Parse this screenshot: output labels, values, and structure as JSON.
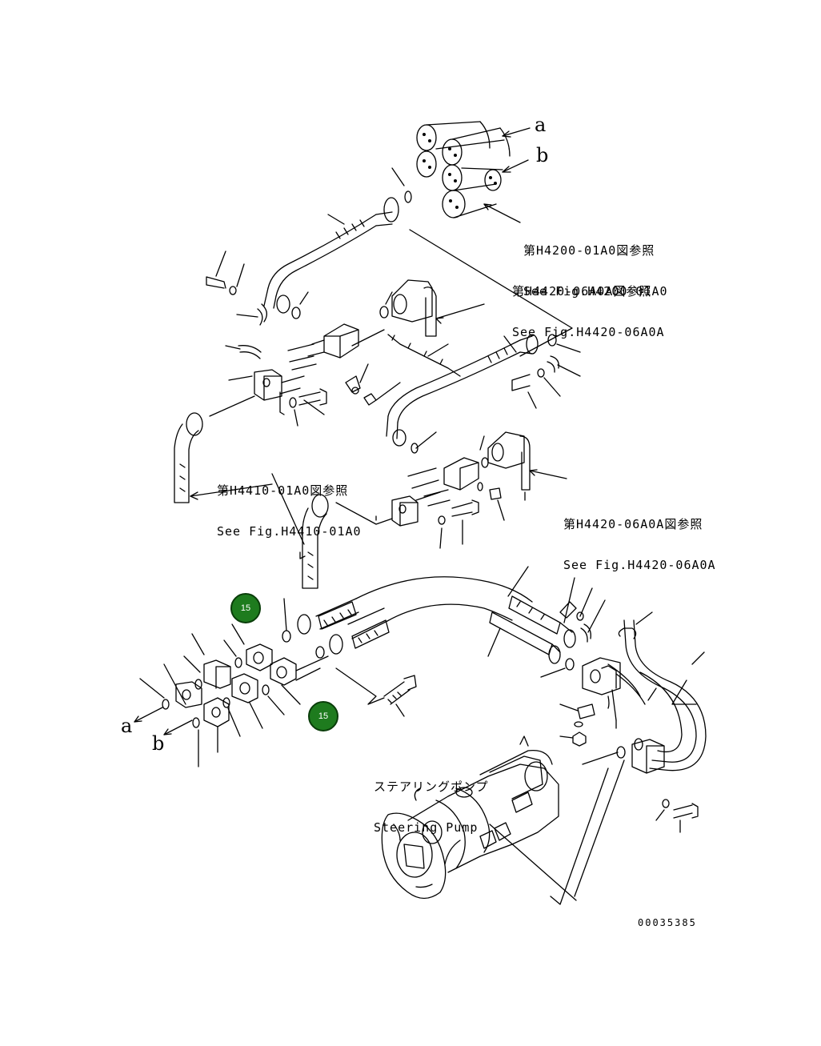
{
  "callouts": [
    {
      "label": "15"
    },
    {
      "label": "15"
    }
  ],
  "references": [
    {
      "jp": "第H4200-01A0図参照",
      "en": "See Fig.H4200-01A0"
    },
    {
      "jp": "第H4420-06A0A図参照",
      "en": "See Fig.H4420-06A0A"
    },
    {
      "jp": "第H4410-01A0図参照",
      "en": "See Fig.H4410-01A0"
    },
    {
      "jp": "第H4420-06A0A図参照",
      "en": "See Fig.H4420-06A0A"
    }
  ],
  "port_labels": {
    "a_top": "a",
    "b_top": "b",
    "a_bottom": "a",
    "b_bottom": "b"
  },
  "pump_label": {
    "jp": "ステアリングポンプ",
    "en": "Steering Pump"
  },
  "drawing_number": "00035385",
  "colors": {
    "callout_fill": "#1e7b1e",
    "line": "#000000"
  }
}
